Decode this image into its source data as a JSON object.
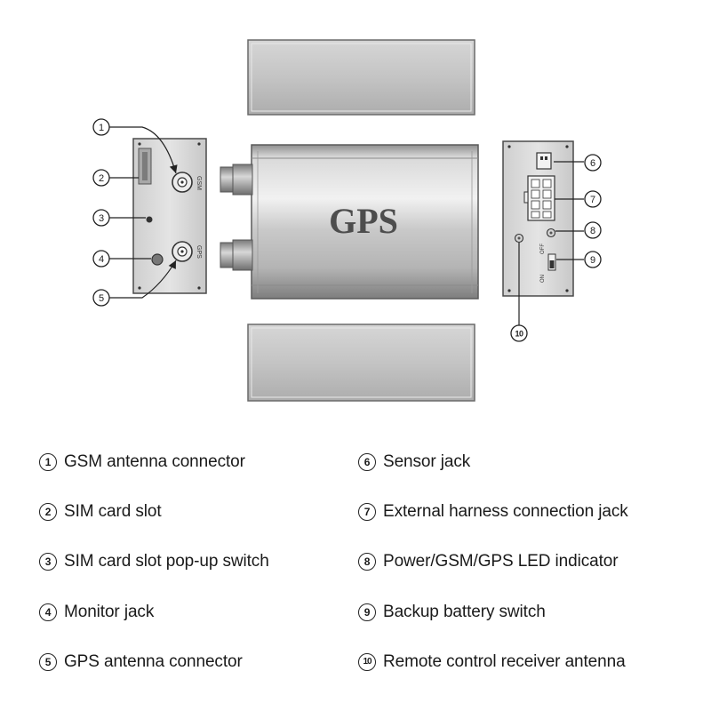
{
  "device": {
    "label": "GPS",
    "panel_text": {
      "gsm": "GSM",
      "gps": "GPS",
      "switch_off": "OFF",
      "switch_on": "ON"
    }
  },
  "callouts": [
    "1",
    "2",
    "3",
    "4",
    "5",
    "6",
    "7",
    "8",
    "9",
    "10"
  ],
  "legend": [
    {
      "num": "1",
      "label": "GSM antenna connector"
    },
    {
      "num": "2",
      "label": "SIM card slot"
    },
    {
      "num": "3",
      "label": "SIM card slot pop-up switch"
    },
    {
      "num": "4",
      "label": "Monitor jack"
    },
    {
      "num": "5",
      "label": "GPS antenna connector"
    },
    {
      "num": "6",
      "label": "Sensor jack"
    },
    {
      "num": "7",
      "label": "External harness connection jack"
    },
    {
      "num": "8",
      "label": "Power/GSM/GPS LED indicator"
    },
    {
      "num": "9",
      "label": "Backup battery switch"
    },
    {
      "num": "10",
      "label": "Remote control receiver antenna"
    }
  ],
  "colors": {
    "metal_light": "#e6e6e6",
    "metal_mid": "#b9b9b9",
    "metal_dark": "#8d8d8d",
    "outline": "#555555"
  }
}
